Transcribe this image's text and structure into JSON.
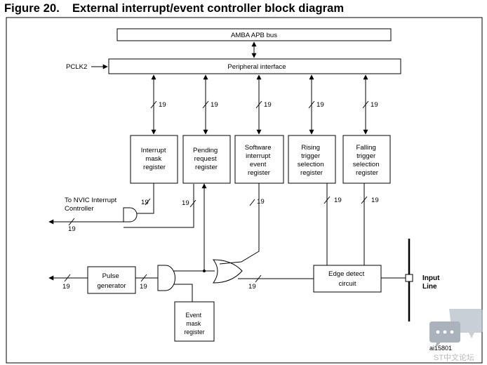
{
  "figure": {
    "number": "Figure 20.",
    "title": "External interrupt/event controller block diagram"
  },
  "blocks": {
    "amba_bus": "AMBA APB bus",
    "peripheral_interface": "Peripheral interface",
    "interrupt_mask": [
      "Interrupt",
      "mask",
      "register"
    ],
    "pending_request": [
      "Pending",
      "request",
      "register"
    ],
    "software_interrupt": [
      "Software",
      "interrupt",
      "event",
      "register"
    ],
    "rising_trigger": [
      "Rising",
      "trigger",
      "selection",
      "register"
    ],
    "falling_trigger": [
      "Falling",
      "trigger",
      "selection",
      "register"
    ],
    "pulse_generator": [
      "Pulse",
      "generator"
    ],
    "event_mask": [
      "Event",
      "mask",
      "register"
    ],
    "edge_detect": [
      "Edge detect",
      "circuit"
    ]
  },
  "signals": {
    "clock": "PCLK2",
    "nvic": [
      "To NVIC Interrupt",
      "Controller"
    ],
    "input_line": [
      "Input",
      "Line"
    ],
    "bus_width": "19"
  },
  "figure_id": "ai15801",
  "watermark": "ST中文论坛"
}
